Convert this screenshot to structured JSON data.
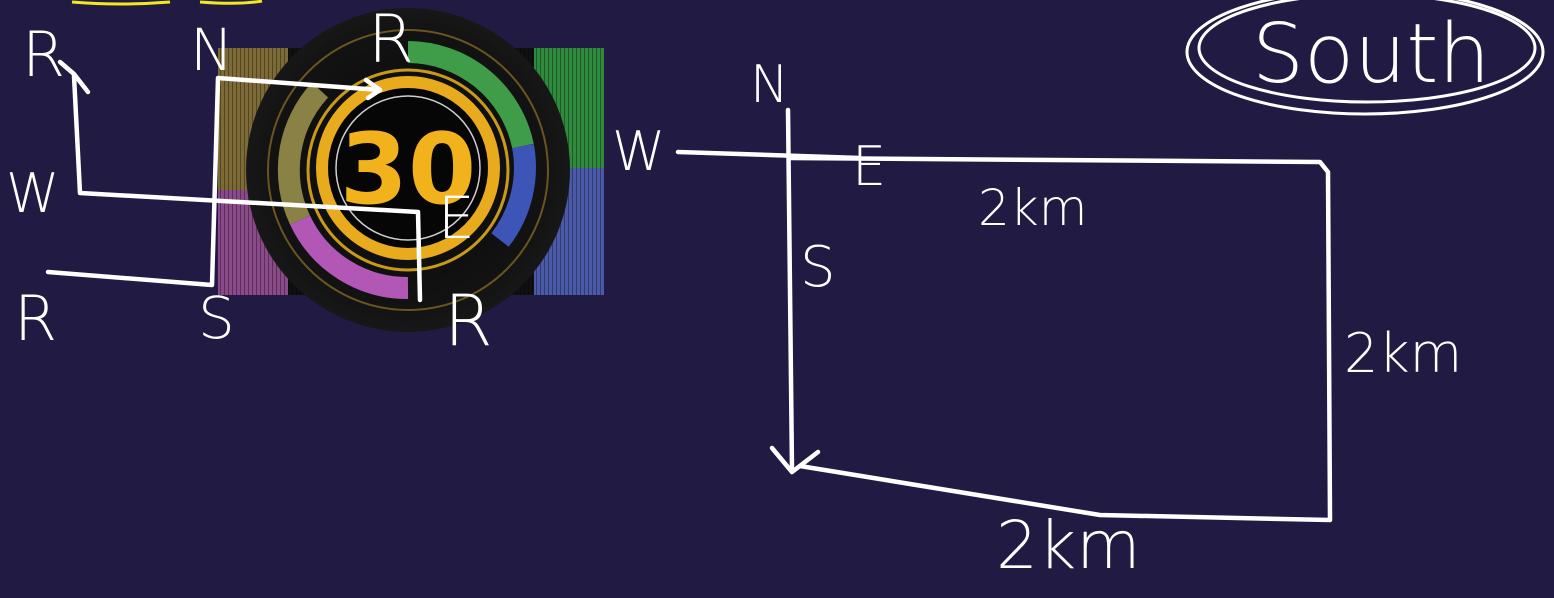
{
  "timer": {
    "countdown": "30"
  },
  "left_compass": {
    "north": "N",
    "south": "S",
    "east": "E",
    "west": "W",
    "corner_label": "R"
  },
  "route_diagram": {
    "north": "N",
    "south": "S",
    "east": "E",
    "west": "W",
    "segments": [
      "2km",
      "2km",
      "2km"
    ]
  },
  "answer": "South",
  "colors": {
    "background": "#211a43",
    "ink": "#ffffff",
    "timer_gold": "#f2b21c",
    "scribble_yellow": "#f3e91a"
  }
}
